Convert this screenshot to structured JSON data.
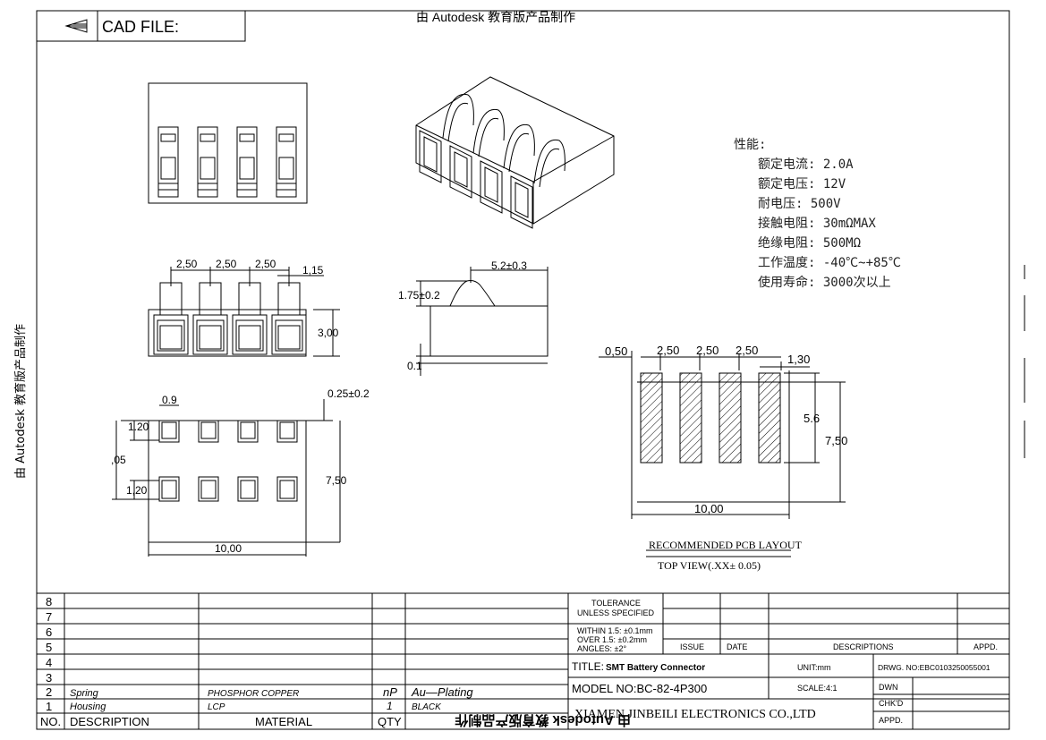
{
  "header": {
    "cad_label": "CAD FILE:",
    "top_watermark": "由 Autodesk 教育版产品制作"
  },
  "side_watermark": "由 Autodesk 教育版产品制作",
  "bottom_watermark": "由 Autodesk 教育版产品制作",
  "specs": {
    "heading": "性能:",
    "lines": [
      "额定电流: 2.0A",
      "额定电压: 12V",
      "耐电压: 500V",
      "接触电阻: 30mΩMAX",
      "绝缘电阻: 500MΩ",
      "工作温度: -40℃~+85℃",
      "使用寿命: 3000次以上"
    ]
  },
  "dims": {
    "front_pitch": [
      "2,50",
      "2,50",
      "2,50"
    ],
    "front_width": "1,15",
    "front_height": "3,00",
    "side_top": "5.2±0.3",
    "side_height": "1.75±0.2",
    "side_bottom": "0.1",
    "bottom_pin": "0.9",
    "bottom_tol": "0.25±0.2",
    "bottom_120a": "1.20",
    "bottom_05": ",05",
    "bottom_120b": "1,20",
    "bottom_height": "7,50",
    "bottom_width": "10,00",
    "pcb_left": "0,50",
    "pcb_pitch": [
      "2,50",
      "2,50",
      "2,50"
    ],
    "pcb_pad": "1,30",
    "pcb_inner": "5.6",
    "pcb_height": "7,50",
    "pcb_width": "10,00",
    "pcb_title": "RECOMMENDED PCB LAYOUT",
    "pcb_view": "TOP VIEW(.XX± 0.05)"
  },
  "bom": {
    "row_numbers": [
      "8",
      "7",
      "6",
      "5",
      "4",
      "3",
      "2",
      "1"
    ],
    "items": [
      {
        "no": "2",
        "desc": "Spring",
        "material": "PHOSPHOR COPPER",
        "qty": "nP",
        "finish": "Au—Plating"
      },
      {
        "no": "1",
        "desc": "Housing",
        "material": "LCP",
        "qty": "1",
        "finish": "BLACK"
      }
    ],
    "headers": {
      "no": "NO.",
      "desc": "DESCRIPTION",
      "material": "MATERIAL",
      "qty": "QTY"
    }
  },
  "titleblock": {
    "tolerance_1": "TOLERANCE",
    "tolerance_2": "UNLESS SPECIFIED",
    "within_1": "WITHIN 1.5: ±0.1mm",
    "within_2": "OVER 1.5: ±0.2mm",
    "within_3": "ANGLES: ±2°",
    "issue": "ISSUE",
    "date": "DATE",
    "descriptions": "DESCRIPTIONS",
    "appd": "APPD.",
    "title_label": "TITLE:",
    "title_value": "SMT Battery Connector",
    "unit": "UNIT:mm",
    "drwg": "DRWG. NO:EBC0103250055001",
    "model": "MODEL NO:BC-82-4P300",
    "scale": "SCALE:4:1",
    "dwn": "DWN",
    "chkd": "CHK'D",
    "appd2": "APPD.",
    "company": "XIAMEN JINBEILI ELECTRONICS CO.,LTD"
  }
}
